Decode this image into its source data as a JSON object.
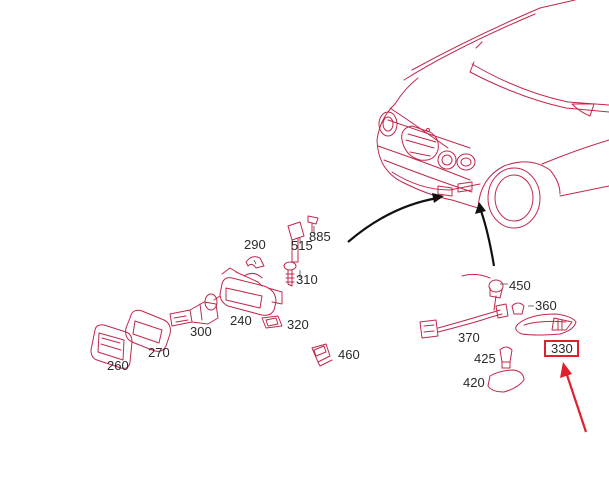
{
  "diagram": {
    "parts": [
      {
        "id": "p260",
        "label": "260"
      },
      {
        "id": "p270",
        "label": "270"
      },
      {
        "id": "p300",
        "label": "300"
      },
      {
        "id": "p240",
        "label": "240"
      },
      {
        "id": "p290",
        "label": "290"
      },
      {
        "id": "p515",
        "label": "515"
      },
      {
        "id": "p885",
        "label": "885"
      },
      {
        "id": "p310",
        "label": "310"
      },
      {
        "id": "p320",
        "label": "320"
      },
      {
        "id": "p460",
        "label": "460"
      },
      {
        "id": "p450",
        "label": "450"
      },
      {
        "id": "p360",
        "label": "360"
      },
      {
        "id": "p370",
        "label": "370"
      },
      {
        "id": "p330",
        "label": "330"
      },
      {
        "id": "p425",
        "label": "425"
      },
      {
        "id": "p420",
        "label": "420"
      }
    ],
    "highlighted_part": "330",
    "colors": {
      "line_art": "#c0284a",
      "label_text": "#2a2a2a",
      "arrow": "#111111",
      "highlight": "#e0202a"
    }
  }
}
